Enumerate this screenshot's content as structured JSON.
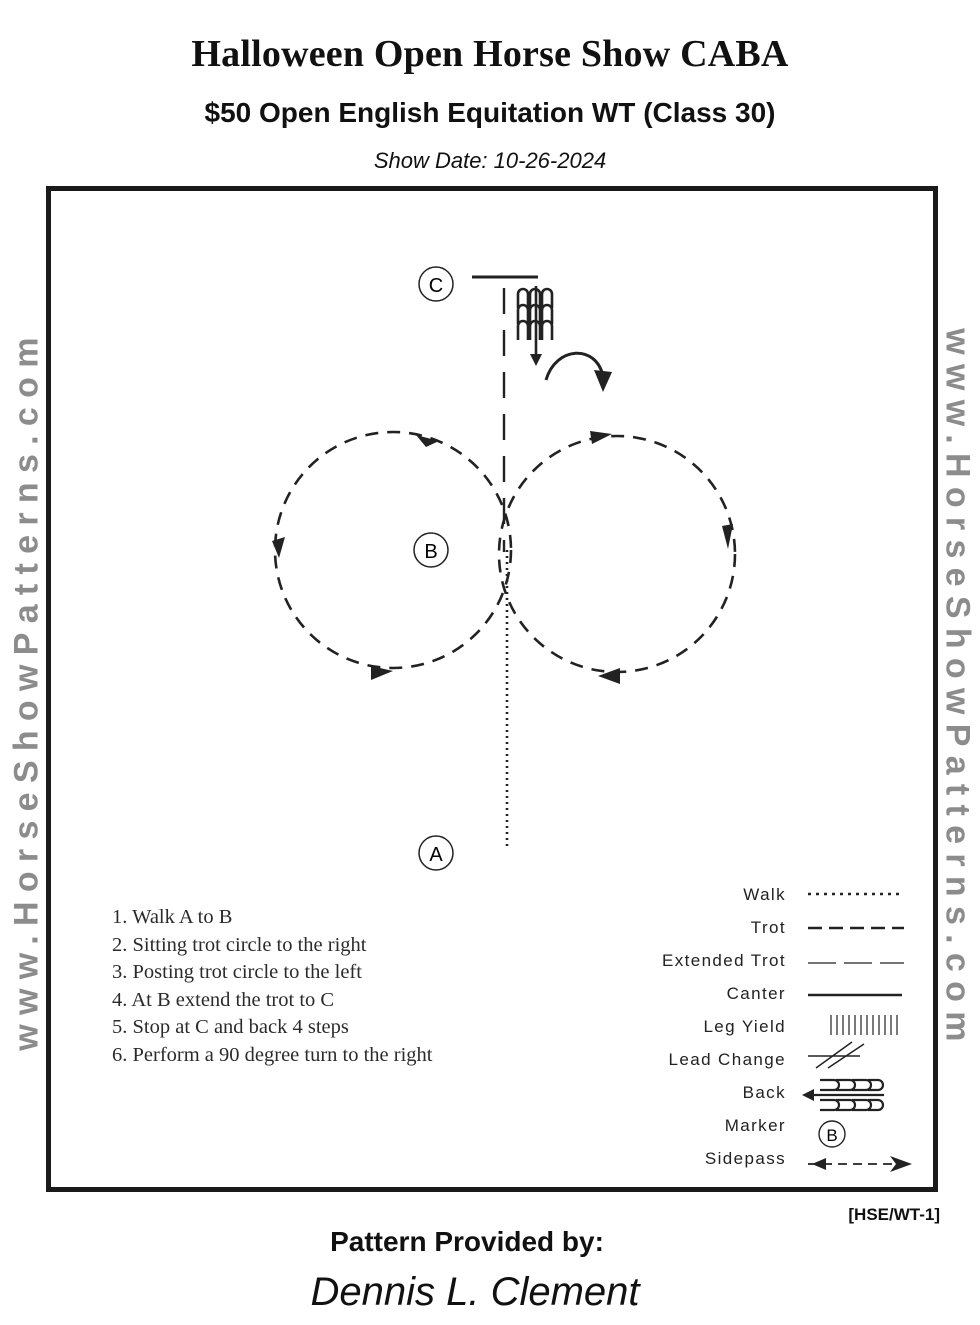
{
  "header": {
    "title": "Halloween Open Horse Show CABA",
    "subtitle": "$50 Open English Equitation WT (Class 30)",
    "show_date": "Show Date: 10-26-2024"
  },
  "watermark": "www.HorseShowPatterns.com",
  "arena": {
    "markers": [
      "C",
      "B",
      "A"
    ]
  },
  "instructions": [
    "1. Walk A to B",
    "2. Sitting trot circle to the right",
    "3. Posting trot circle to the left",
    "4. At B extend the trot to C",
    "5. Stop at C and back 4 steps",
    "6. Perform a 90 degree turn to the right"
  ],
  "legend": [
    {
      "label": "Walk",
      "symbol": "dotted-line"
    },
    {
      "label": "Trot",
      "symbol": "dashed-line"
    },
    {
      "label": "Extended Trot",
      "symbol": "long-dashed-line"
    },
    {
      "label": "Canter",
      "symbol": "solid-line"
    },
    {
      "label": "Leg Yield",
      "symbol": "vertical-ticks"
    },
    {
      "label": "Lead Change",
      "symbol": "crossed-line"
    },
    {
      "label": "Back",
      "symbol": "back-arcs"
    },
    {
      "label": "Marker",
      "symbol": "circled-letter",
      "marker_letter": "B"
    },
    {
      "label": "Sidepass",
      "symbol": "dashed-arrows"
    }
  ],
  "pattern_code": "[HSE/WT-1]",
  "footer": {
    "provided_by": "Pattern Provided by:",
    "author": "Dennis L. Clement"
  }
}
